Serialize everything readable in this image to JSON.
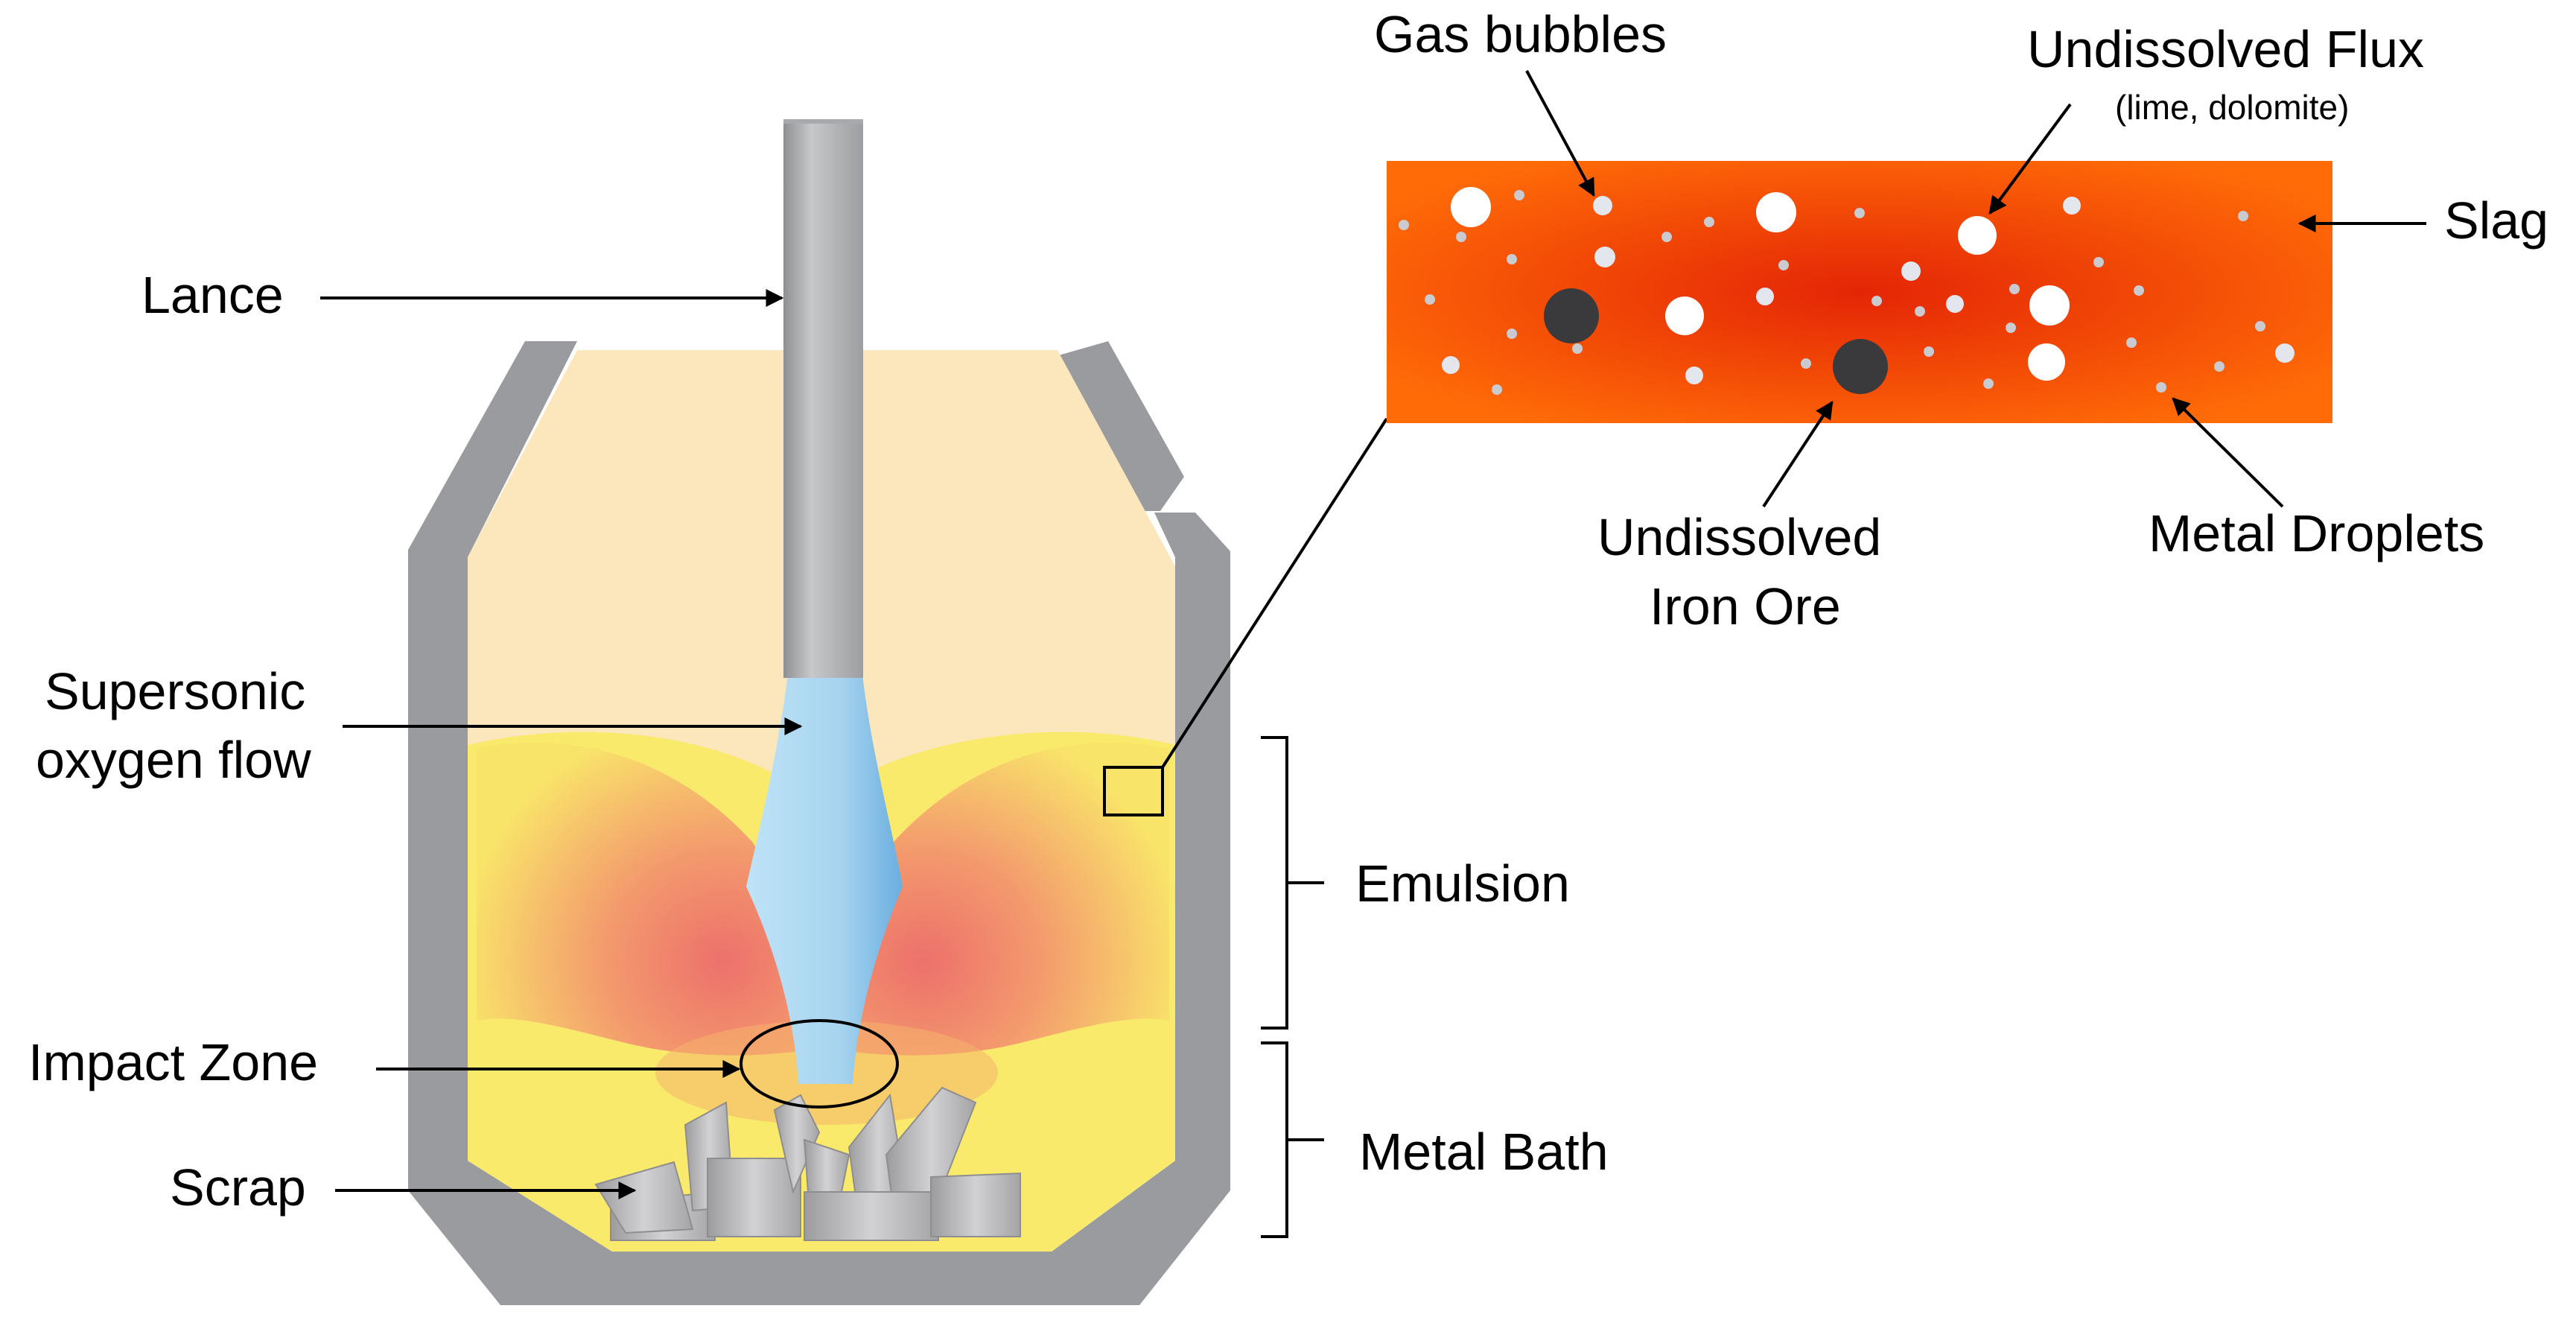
{
  "labels": {
    "lance": "Lance",
    "oxygen_line1": "Supersonic",
    "oxygen_line2": "oxygen flow",
    "impact_zone": "Impact Zone",
    "scrap": "Scrap",
    "emulsion": "Emulsion",
    "metal_bath": "Metal Bath",
    "gas_bubbles": "Gas bubbles",
    "flux_title": "Undissolved Flux",
    "flux_sub": "(lime, dolomite)",
    "slag": "Slag",
    "iron_ore_line1": "Undissolved",
    "iron_ore_line2": "Iron Ore",
    "metal_droplets": "Metal Droplets"
  },
  "colors": {
    "vessel_wall": "#9a9b9e",
    "vessel_interior": "#fce6bc",
    "bath_yellow": "#f9ea6c",
    "emulsion_red": "#ee6f6e",
    "oxygen_jet": "#a9d6f0",
    "lance": "#b3b4b6",
    "scrap": "#bdbdbf",
    "slag_center": "#e72b07",
    "slag_edge": "#ff6a06",
    "flux_particle": "#ffffff",
    "iron_ore_particle": "#3a3a3c",
    "droplet": "#c9cbd1"
  }
}
